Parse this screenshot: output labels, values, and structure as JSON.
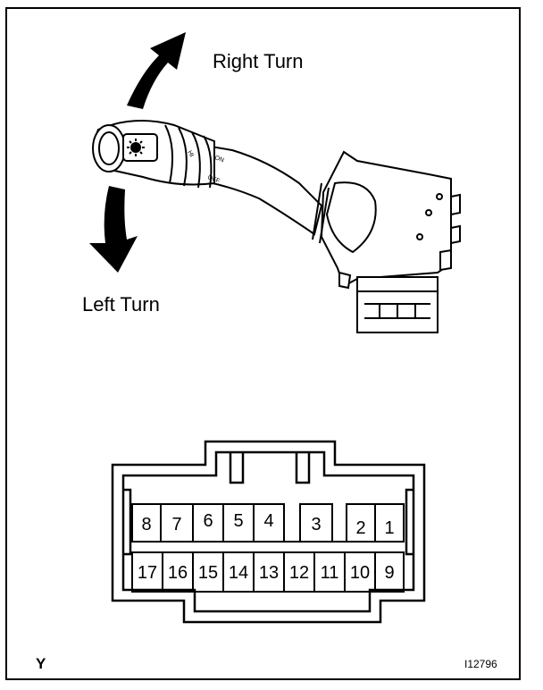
{
  "labels": {
    "right_turn": "Right Turn",
    "left_turn": "Left Turn",
    "corner_left": "Y",
    "figure_id": "I12796"
  },
  "connector": {
    "top_row": [
      "8",
      "7",
      "6",
      "5",
      "4",
      "3",
      "2",
      "1"
    ],
    "bottom_row": [
      "17",
      "16",
      "15",
      "14",
      "13",
      "12",
      "11",
      "10",
      "9"
    ]
  },
  "switch_marks": [
    "OFF",
    "HI",
    "ON"
  ]
}
